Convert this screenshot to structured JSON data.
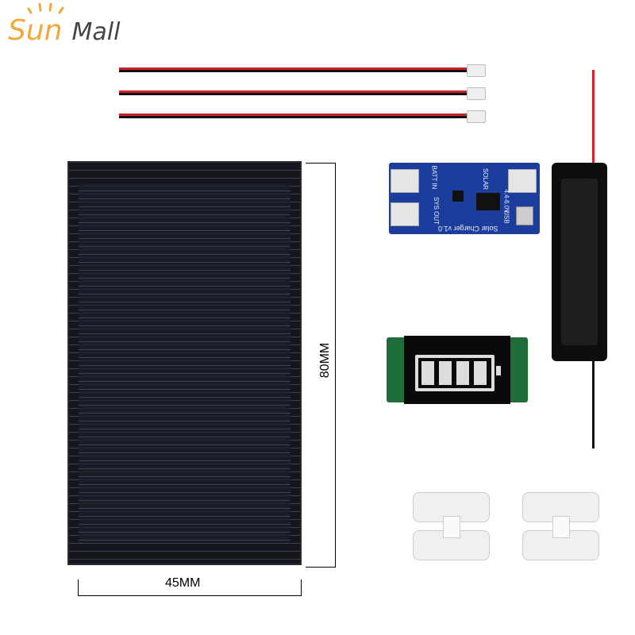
{
  "logo": {
    "brand_part1": "Sun",
    "brand_part2": "Mall"
  },
  "dimensions": {
    "height_label": "80MM",
    "width_label": "45MM"
  },
  "charger_board": {
    "title": "Solar Charger v1.0",
    "batt_label": "BATT IN",
    "out_label": "SYS OUT",
    "solar_label": "SOLAR",
    "voltage_label": "4.4-6.0V",
    "usb_label": "USB"
  },
  "colors": {
    "logo_orange": "#f0a93a",
    "pcb_blue": "#1c3d9c",
    "wire_red": "#c8232a"
  },
  "battery_indicator": {
    "level_bars": 4,
    "max_bars": 4
  }
}
